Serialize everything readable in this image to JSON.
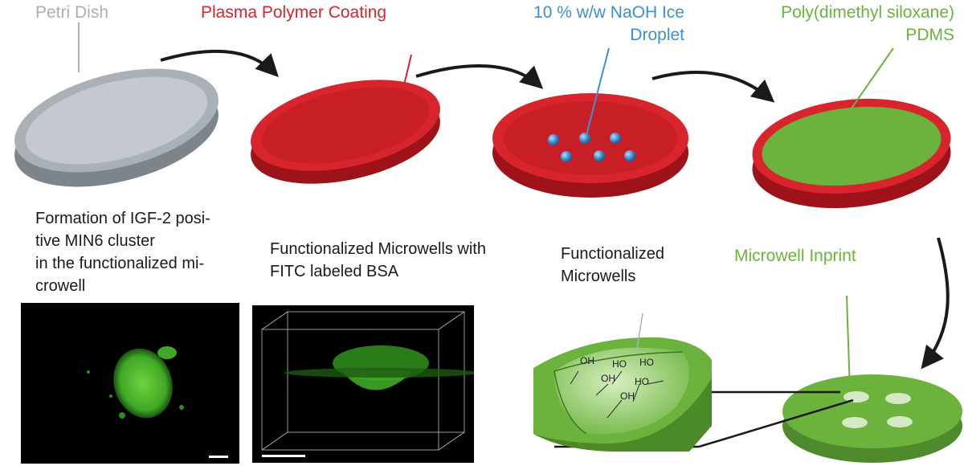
{
  "colors": {
    "petri": "#a9b0b6",
    "plasma": "#d8242c",
    "naoh": "#3d8fd1",
    "pdms": "#6cb33e",
    "text": "#1a1a1a"
  },
  "steps": {
    "petri_dish": "Petri Dish",
    "plasma_coating": "Plasma Polymer Coating",
    "naoh_line1": "10 % w/w NaOH Ice",
    "naoh_line2": "Droplet",
    "pdms_line1": "Poly(dimethyl siloxane)",
    "pdms_line2": "PDMS",
    "microwell_inprint": "Microwell Inprint",
    "functionalized_line1": "Functionalized",
    "functionalized_line2": "Microwells"
  },
  "captions": {
    "igf2_line1": "Formation of IGF-2 posi-",
    "igf2_line2": "tive MIN6 cluster",
    "igf2_line3": "in the functionalized mi-",
    "igf2_line4": "crowell",
    "fitc_line1": "Functionalized Microwells with",
    "fitc_line2": "FITC labeled BSA"
  },
  "oh_groups": [
    "OH",
    "HO",
    "HO",
    "OH",
    "HO",
    "OH"
  ]
}
